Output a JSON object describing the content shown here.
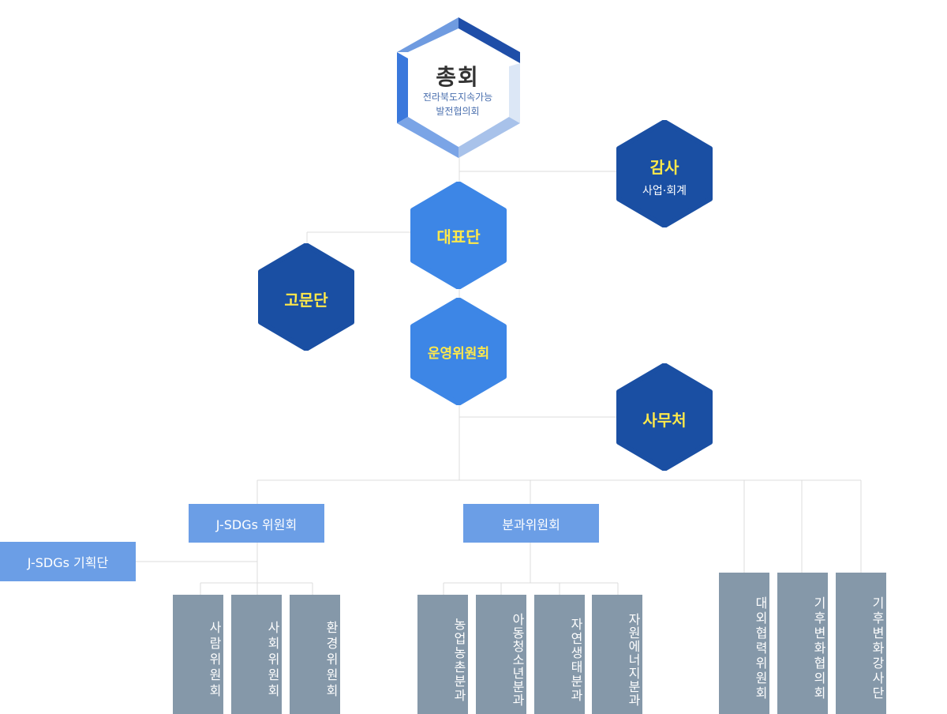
{
  "top": {
    "title": "총회",
    "subtitle_1": "전라북도지속가능",
    "subtitle_2": "발전협의회"
  },
  "audit": {
    "title": "감사",
    "subtitle": "사업·회계"
  },
  "representatives": {
    "title": "대표단"
  },
  "advisory": {
    "title": "고문단"
  },
  "steering": {
    "title": "운영위원회"
  },
  "secretariat": {
    "title": "사무처"
  },
  "jsdgs": {
    "committee": "J-SDGs 위원회",
    "planning": "J-SDGs 기획단",
    "subcommittees": [
      "사람위원회",
      "사회위원회",
      "환경위원회"
    ]
  },
  "sections": {
    "committee": "분과위원회",
    "subcommittees": [
      "농업농촌분과",
      "아동청소년분과",
      "자연생태분과",
      "자원에너지분과"
    ]
  },
  "independent": [
    "대외협력위원회",
    "기후변화협의회",
    "기후변화강사단"
  ],
  "colors": {
    "dark_hex": "#1a4fa3",
    "light_hex": "#3d86e6",
    "text_yellow": "#ffe94a",
    "box_blue": "#6b9ee6",
    "box_gray": "#8598a9"
  }
}
